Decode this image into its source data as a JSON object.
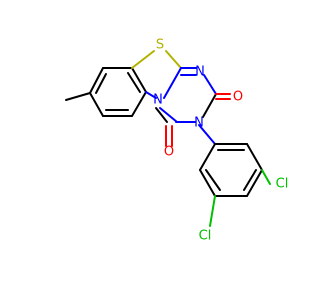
{
  "molecule": {
    "atom_labels": {
      "sulfur": "S",
      "nitrogen_top": "N",
      "nitrogen_mid": "N",
      "nitrogen_low": "N",
      "oxygen_right": "O",
      "oxygen_bottom": "O",
      "chlorine_left": "Cl",
      "chlorine_right": "Cl"
    },
    "colors": {
      "carbon": "#000000",
      "nitrogen": "#0000ff",
      "oxygen": "#ff0000",
      "sulfur": "#b2b200",
      "chlorine": "#00c000"
    }
  }
}
